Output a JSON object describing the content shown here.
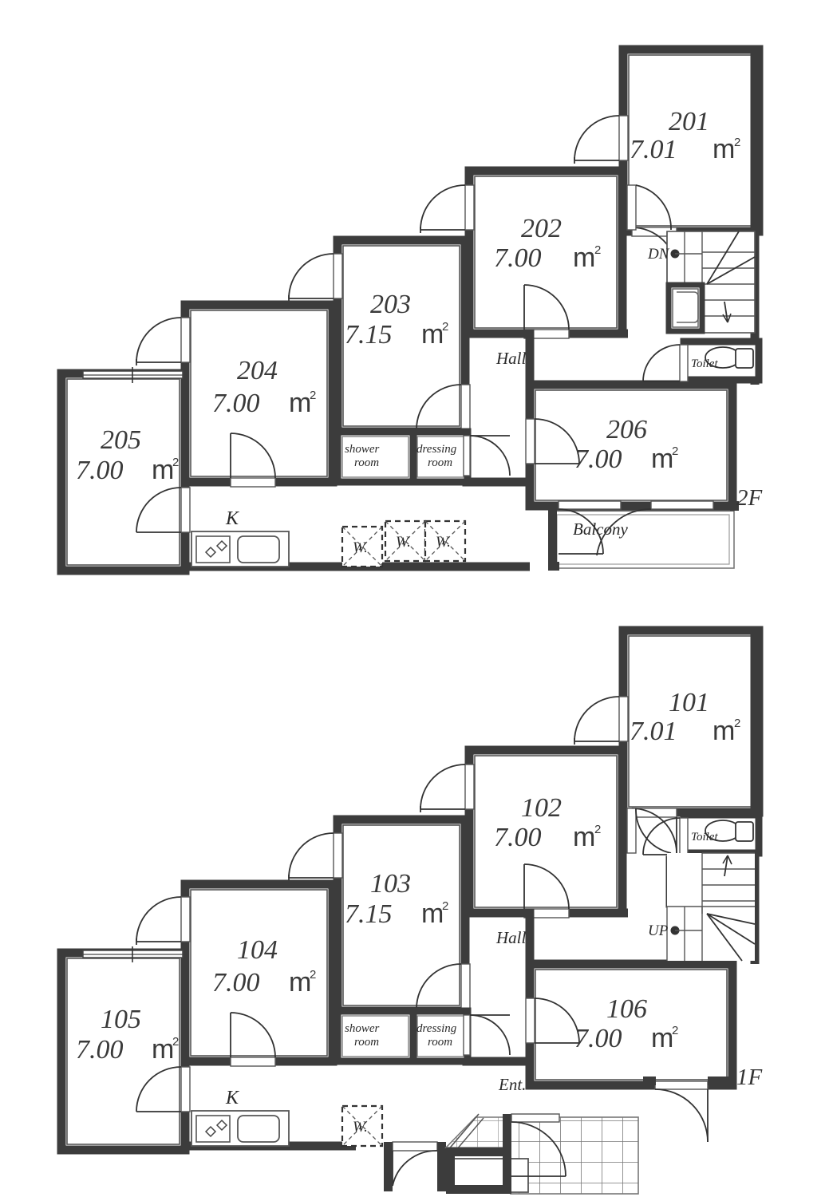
{
  "document": {
    "type": "architectural-floor-plan",
    "description": "Two-floor apartment building floor plan with six rooms per floor",
    "line_color": "#333333",
    "wall_color": "#3c3c3c",
    "background": "#ffffff"
  },
  "floors": [
    {
      "id": "2F",
      "floor_label": "2F",
      "rooms": [
        {
          "name": "201",
          "area": "7.01",
          "unit": "m",
          "sup": "2"
        },
        {
          "name": "202",
          "area": "7.00",
          "unit": "m",
          "sup": "2"
        },
        {
          "name": "203",
          "area": "7.15",
          "unit": "m",
          "sup": "2"
        },
        {
          "name": "204",
          "area": "7.00",
          "unit": "m",
          "sup": "2"
        },
        {
          "name": "205",
          "area": "7.00",
          "unit": "m",
          "sup": "2"
        },
        {
          "name": "206",
          "area": "7.00",
          "unit": "m",
          "sup": "2"
        }
      ],
      "labels": {
        "hall": "Hall",
        "toilet": "Toilet",
        "shower_room_line1": "shower",
        "shower_room_line2": "room",
        "dressing_room_line1": "dressing",
        "dressing_room_line2": "room",
        "kitchen": "K",
        "balcony": "Balcony",
        "stair_direction": "DN",
        "washer": "W."
      },
      "washer_count": 3
    },
    {
      "id": "1F",
      "floor_label": "1F",
      "rooms": [
        {
          "name": "101",
          "area": "7.01",
          "unit": "m",
          "sup": "2"
        },
        {
          "name": "102",
          "area": "7.00",
          "unit": "m",
          "sup": "2"
        },
        {
          "name": "103",
          "area": "7.15",
          "unit": "m",
          "sup": "2"
        },
        {
          "name": "104",
          "area": "7.00",
          "unit": "m",
          "sup": "2"
        },
        {
          "name": "105",
          "area": "7.00",
          "unit": "m",
          "sup": "2"
        },
        {
          "name": "106",
          "area": "7.00",
          "unit": "m",
          "sup": "2"
        }
      ],
      "labels": {
        "hall": "Hall",
        "toilet": "Toilet",
        "shower_room_line1": "shower",
        "shower_room_line2": "room",
        "dressing_room_line1": "dressing",
        "dressing_room_line2": "room",
        "kitchen": "K",
        "entrance": "Ent.",
        "stair_direction": "UP",
        "washer": "W."
      },
      "washer_count": 1
    }
  ]
}
